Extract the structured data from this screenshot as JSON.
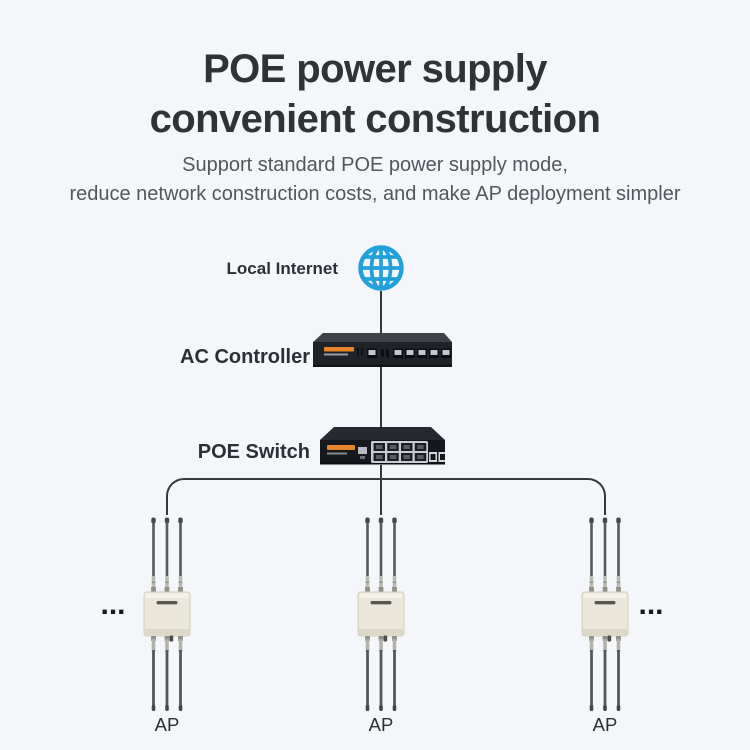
{
  "title": {
    "line1": "POE power supply",
    "line2": "convenient construction"
  },
  "subtitle": {
    "line1": "Support standard POE power supply mode,",
    "line2": "reduce network construction costs, and make AP deployment simpler"
  },
  "diagram": {
    "internet": {
      "label": "Local Internet",
      "icon": "globe-icon"
    },
    "ac_controller": {
      "label": "AC Controller",
      "icon": "ac-controller-device"
    },
    "poe_switch": {
      "label": "POE Switch",
      "icon": "poe-switch-device"
    },
    "aps": [
      {
        "label": "AP"
      },
      {
        "label": "AP"
      },
      {
        "label": "AP"
      }
    ],
    "more_left": "...",
    "more_right": "..."
  },
  "colors": {
    "background": "#f4f6fa",
    "accent_blue": "#22a0db",
    "brand_orange": "#e8842c",
    "connector_line": "#35373a",
    "text_dark": "#2f3237",
    "text_grey": "#53565c",
    "device_black": "#16181d",
    "ap_body_cream": "#ebe8db"
  }
}
